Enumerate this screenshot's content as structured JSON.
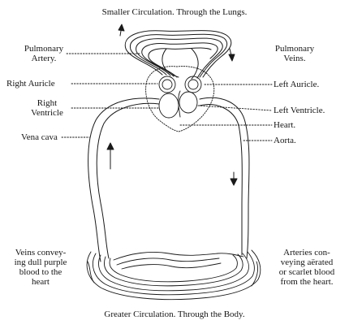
{
  "title_top": "Smaller Circulation.  Through the Lungs.",
  "title_bottom": "Greater Circulation.  Through the Body.",
  "labels": {
    "pulmonary_artery_1": "Pulmonary",
    "pulmonary_artery_2": "Artery.",
    "pulmonary_veins_1": "Pulmonary",
    "pulmonary_veins_2": "Veins.",
    "right_auricle": "Right Auricle",
    "left_auricle": "Left Auricle.",
    "right_ventricle_1": "Right",
    "right_ventricle_2": "Ventricle",
    "left_ventricle": "Left Ventricle.",
    "heart": "Heart.",
    "vena_cava": "Vena cava",
    "aorta": "Aorta.",
    "veins_1": "Veins convey-",
    "veins_2": "ing dull purple",
    "veins_3": "blood to the",
    "veins_4": "heart",
    "arteries_1": "Arteries con-",
    "arteries_2": "veying aërated",
    "arteries_3": "or scarlet blood",
    "arteries_4": "from the heart."
  },
  "colors": {
    "ink": "#151515",
    "background": "#ffffff"
  }
}
